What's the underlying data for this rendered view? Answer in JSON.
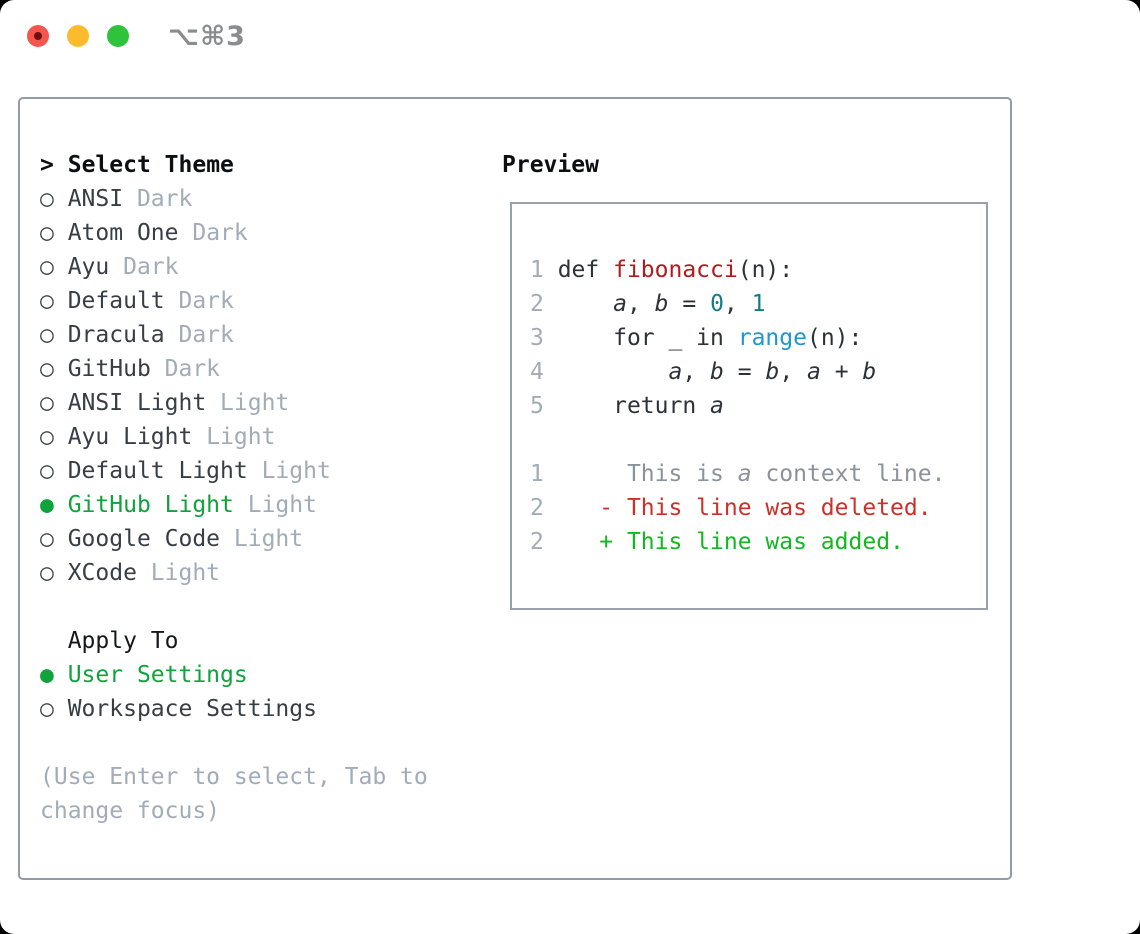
{
  "window": {
    "title": "⌥⌘3",
    "traffic_lights": [
      "close",
      "minimize",
      "zoom"
    ]
  },
  "colors": {
    "accent_green": "#10a33c",
    "diff_added_green": "#12b822",
    "diff_deleted_red": "#ce3028",
    "function_red": "#b11b20",
    "number_teal": "#117d84",
    "builtin_blue": "#1d96d2",
    "muted_gray": "#a2abb8",
    "border_gray": "#939ba6"
  },
  "theme_picker": {
    "header_prefix": ">",
    "header": "Select Theme",
    "items": [
      {
        "name": "ANSI",
        "variant": "Dark",
        "selected": false
      },
      {
        "name": "Atom One",
        "variant": "Dark",
        "selected": false
      },
      {
        "name": "Ayu",
        "variant": "Dark",
        "selected": false
      },
      {
        "name": "Default",
        "variant": "Dark",
        "selected": false
      },
      {
        "name": "Dracula",
        "variant": "Dark",
        "selected": false
      },
      {
        "name": "GitHub",
        "variant": "Dark",
        "selected": false
      },
      {
        "name": "ANSI Light",
        "variant": "Light",
        "selected": false
      },
      {
        "name": "Ayu Light",
        "variant": "Light",
        "selected": false
      },
      {
        "name": "Default Light",
        "variant": "Light",
        "selected": false
      },
      {
        "name": "GitHub Light",
        "variant": "Light",
        "selected": true
      },
      {
        "name": "Google Code",
        "variant": "Light",
        "selected": false
      },
      {
        "name": "XCode",
        "variant": "Light",
        "selected": false
      }
    ],
    "radio_unselected_glyph": "○",
    "radio_selected_glyph": "●",
    "apply_to": {
      "header": "Apply To",
      "options": [
        {
          "name": "User Settings",
          "selected": true
        },
        {
          "name": "Workspace Settings",
          "selected": false
        }
      ]
    },
    "hint_lines": [
      "(Use Enter to select, Tab to",
      "change focus)"
    ]
  },
  "preview": {
    "header": "Preview",
    "code_lines": [
      {
        "number": "1",
        "tokens": [
          {
            "t": "def ",
            "c": "fg"
          },
          {
            "t": "fibonacci",
            "c": "func"
          },
          {
            "t": "(n):",
            "c": "fg"
          }
        ]
      },
      {
        "number": "2",
        "tokens": [
          {
            "t": "    ",
            "c": "fg"
          },
          {
            "t": "a",
            "c": "var"
          },
          {
            "t": ", ",
            "c": "fg"
          },
          {
            "t": "b",
            "c": "var"
          },
          {
            "t": " = ",
            "c": "fg"
          },
          {
            "t": "0",
            "c": "num"
          },
          {
            "t": ", ",
            "c": "fg"
          },
          {
            "t": "1",
            "c": "num"
          }
        ]
      },
      {
        "number": "3",
        "tokens": [
          {
            "t": "    for _ in ",
            "c": "fg"
          },
          {
            "t": "range",
            "c": "builtin"
          },
          {
            "t": "(n):",
            "c": "fg"
          }
        ]
      },
      {
        "number": "4",
        "tokens": [
          {
            "t": "        ",
            "c": "fg"
          },
          {
            "t": "a",
            "c": "var"
          },
          {
            "t": ", ",
            "c": "fg"
          },
          {
            "t": "b",
            "c": "var"
          },
          {
            "t": " = ",
            "c": "fg"
          },
          {
            "t": "b",
            "c": "var"
          },
          {
            "t": ", ",
            "c": "fg"
          },
          {
            "t": "a",
            "c": "var"
          },
          {
            "t": " + ",
            "c": "fg"
          },
          {
            "t": "b",
            "c": "var"
          }
        ]
      },
      {
        "number": "5",
        "tokens": [
          {
            "t": "    return ",
            "c": "fg"
          },
          {
            "t": "a",
            "c": "var"
          }
        ]
      }
    ],
    "diff_lines": [
      {
        "number": "1",
        "tokens": [
          {
            "t": "     This is ",
            "c": "ctx"
          },
          {
            "t": "a",
            "c": "ctx-var"
          },
          {
            "t": " context line.",
            "c": "ctx"
          }
        ]
      },
      {
        "number": "2",
        "tokens": [
          {
            "t": "   - This line was deleted.",
            "c": "del"
          }
        ]
      },
      {
        "number": "2",
        "tokens": [
          {
            "t": "   + This line was added.",
            "c": "add"
          }
        ]
      }
    ]
  }
}
